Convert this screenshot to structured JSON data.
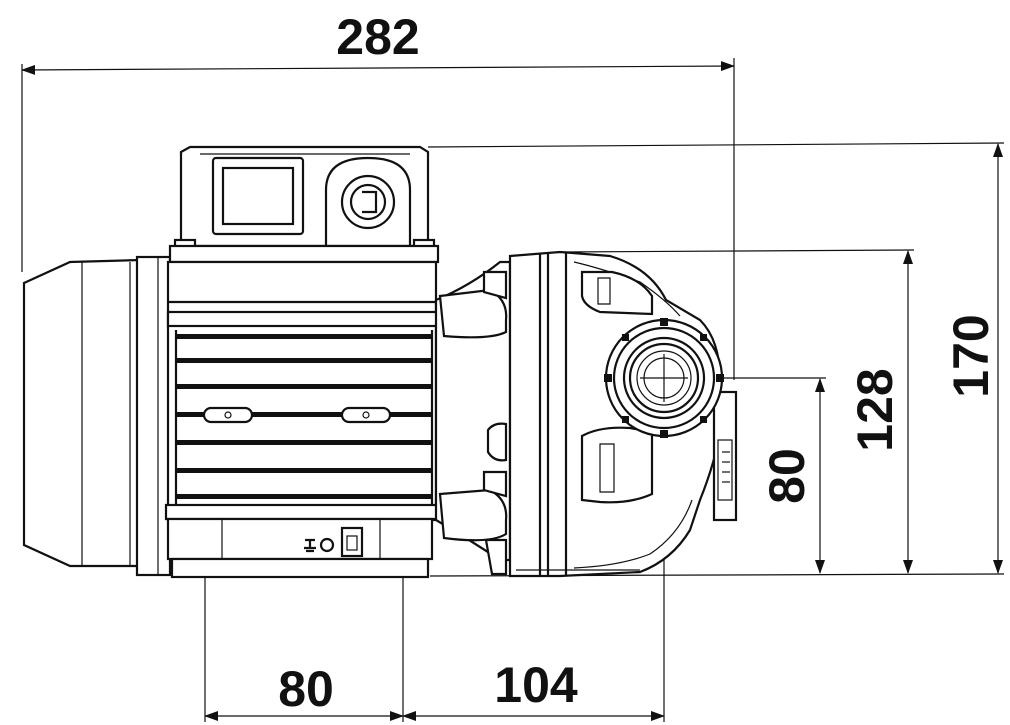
{
  "diagram": {
    "dimensions": {
      "overall_length": "282",
      "overall_height": "170",
      "outlet_height": "128",
      "inlet_height": "80",
      "foot_spacing": "80",
      "foot_to_inlet": "104"
    },
    "colors": {
      "line": "#111111",
      "background": "#ffffff"
    }
  }
}
